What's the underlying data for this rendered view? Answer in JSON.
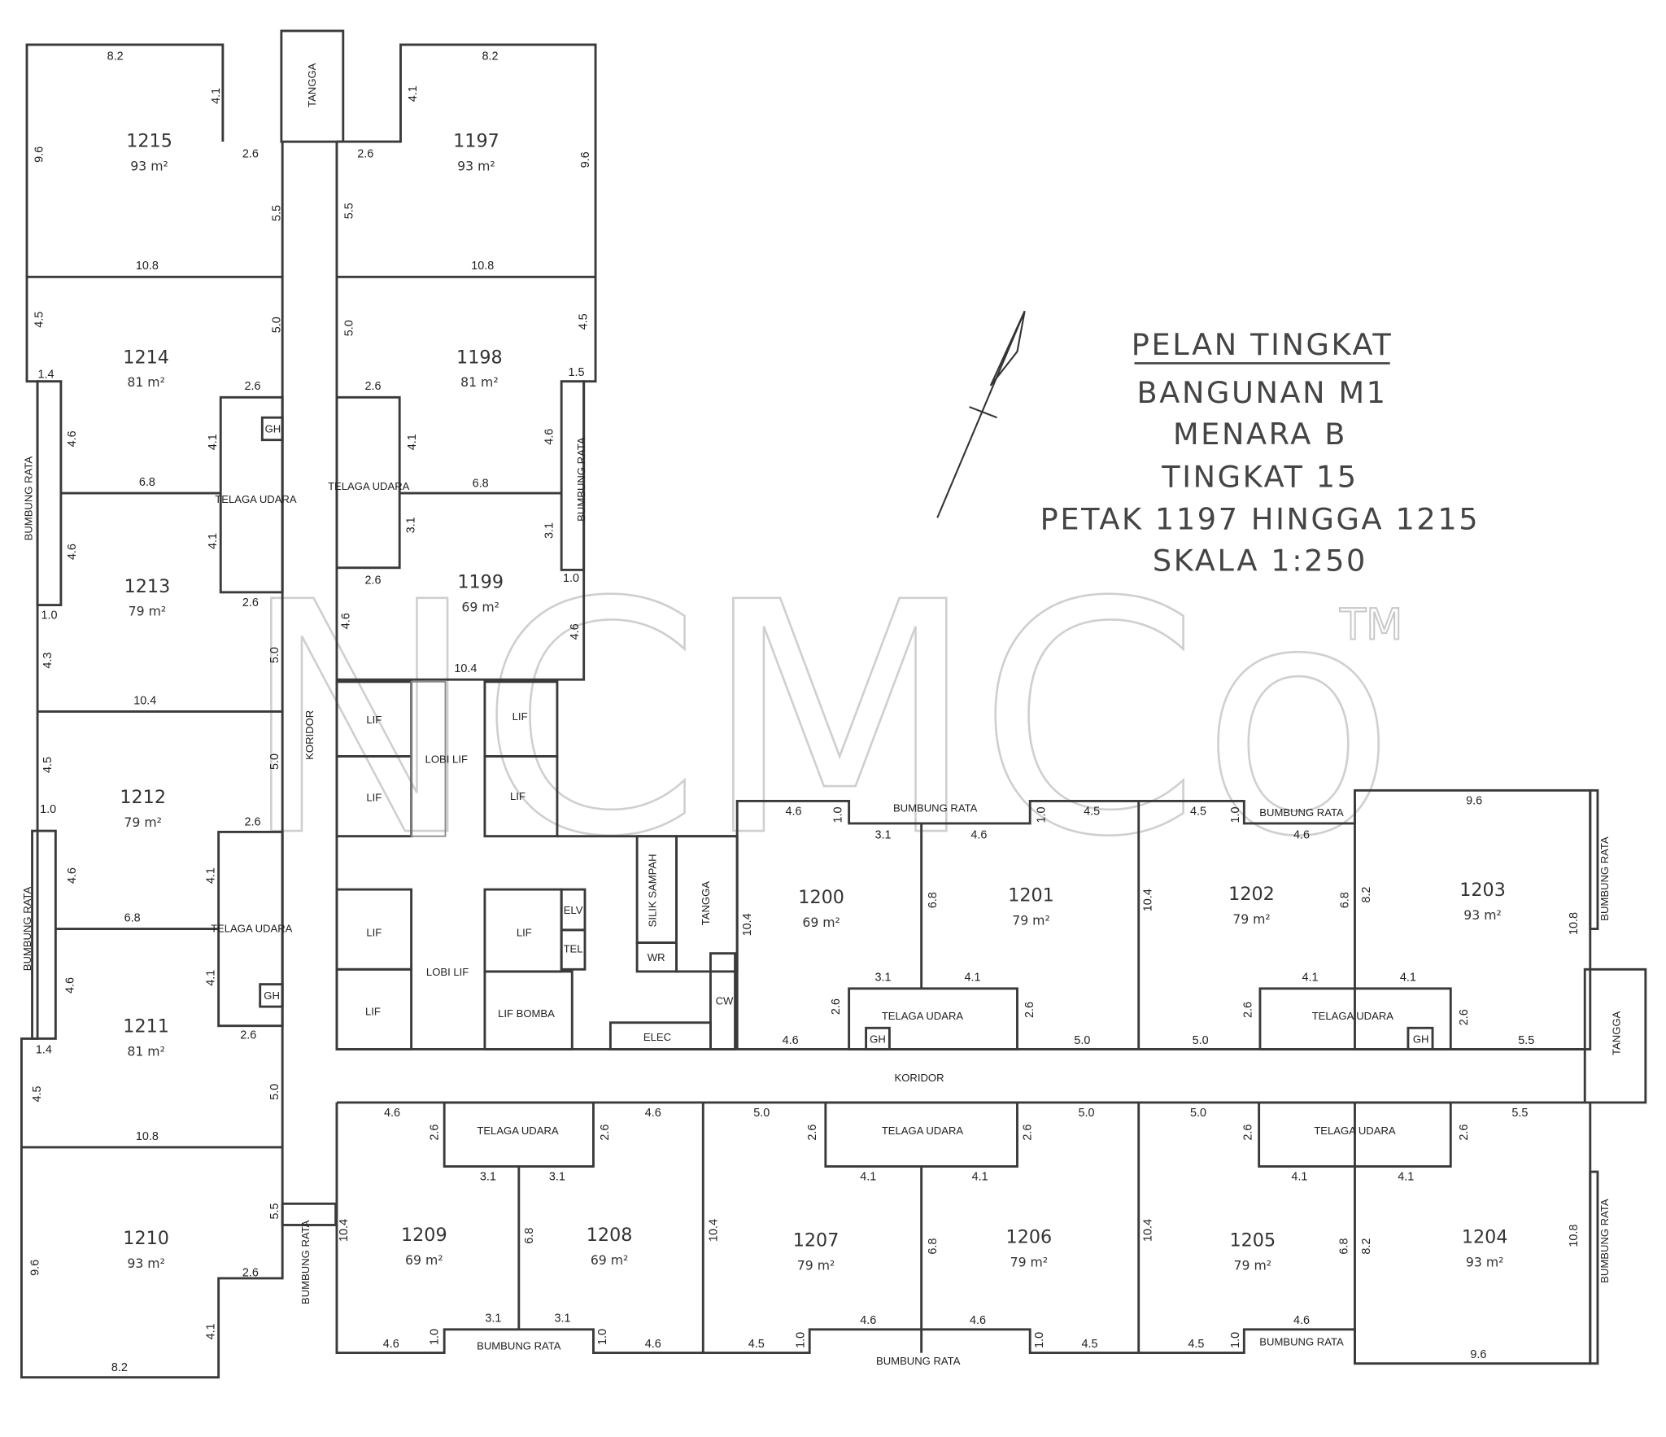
{
  "title": {
    "line1": "PELAN TINGKAT",
    "line2": "BANGUNAN M1",
    "line3": "MENARA B",
    "line4": "TINGKAT 15",
    "line5": "PETAK 1197 HINGGA 1215",
    "line6": "SKALA 1:250"
  },
  "watermark": {
    "text": "NCMCo",
    "tm": "TM"
  },
  "units": [
    {
      "number": "1215",
      "area": "93 m²"
    },
    {
      "number": "1197",
      "area": "93 m²"
    },
    {
      "number": "1214",
      "area": "81 m²"
    },
    {
      "number": "1198",
      "area": "81 m²"
    },
    {
      "number": "1213",
      "area": "79 m²"
    },
    {
      "number": "1199",
      "area": "69 m²"
    },
    {
      "number": "1212",
      "area": "79 m²"
    },
    {
      "number": "1211",
      "area": "81 m²"
    },
    {
      "number": "1210",
      "area": "93 m²"
    },
    {
      "number": "1200",
      "area": "69 m²"
    },
    {
      "number": "1201",
      "area": "79 m²"
    },
    {
      "number": "1202",
      "area": "79 m²"
    },
    {
      "number": "1203",
      "area": "93 m²"
    },
    {
      "number": "1209",
      "area": "69 m²"
    },
    {
      "number": "1208",
      "area": "69 m²"
    },
    {
      "number": "1207",
      "area": "79 m²"
    },
    {
      "number": "1206",
      "area": "79 m²"
    },
    {
      "number": "1205",
      "area": "79 m²"
    },
    {
      "number": "1204",
      "area": "93 m²"
    }
  ],
  "rooms": [
    "TANGGA",
    "TELAGA UDARA",
    "TELAGA UDARA",
    "TELAGA UDARA",
    "TELAGA UDARA",
    "TELAGA UDARA",
    "TELAGA UDARA",
    "TELAGA UDARA",
    "TELAGA UDARA",
    "GH",
    "GH",
    "GH",
    "GH",
    "LIF",
    "LIF",
    "LIF",
    "LIF",
    "LIF",
    "LIF",
    "LIF",
    "LOBI LIF",
    "LOBI LIF",
    "LIF BOMBA",
    "ELV",
    "TEL",
    "SILIK SAMPAH",
    "WR",
    "TANGGA",
    "CW",
    "ELEC",
    "KORIDOR",
    "KORIDOR",
    "TANGGA",
    "BUMBUNG RATA",
    "BUMBUNG RATA",
    "BUMBUNG RATA",
    "BUMBUNG RATA",
    "BUMBUNG RATA",
    "BUMBUNG RATA",
    "BUMBUNG RATA",
    "BUMBUNG RATA",
    "BUMBUNG RATA",
    "BUMBUNG RATA",
    "BUMBUNG RATA"
  ],
  "dimensions": [
    "8.2",
    "4.1",
    "9.6",
    "2.6",
    "5.5",
    "10.8",
    "4.5",
    "5.0",
    "1.4",
    "2.6",
    "4.6",
    "4.1",
    "6.8",
    "4.1",
    "4.6",
    "1.0",
    "2.6",
    "4.3",
    "5.0",
    "10.4",
    "4.5",
    "5.0",
    "1.0",
    "2.6",
    "4.6",
    "4.1",
    "6.8",
    "4.1",
    "4.6",
    "1.4",
    "2.6",
    "4.5",
    "5.0",
    "10.8",
    "5.5",
    "9.6",
    "2.6",
    "4.1",
    "8.2",
    "8.2",
    "4.1",
    "9.6",
    "2.6",
    "5.5",
    "10.8",
    "5.0",
    "4.5",
    "2.6",
    "1.5",
    "4.1",
    "4.6",
    "6.8",
    "3.1",
    "3.1",
    "2.6",
    "1.0",
    "4.6",
    "4.6",
    "10.4",
    "4.6",
    "1.0",
    "3.1",
    "4.6",
    "1.0",
    "4.5",
    "4.5",
    "1.0",
    "4.6",
    "9.6",
    "10.4",
    "6.8",
    "10.4",
    "6.8",
    "8.2",
    "10.8",
    "3.1",
    "4.1",
    "4.1",
    "4.1",
    "2.6",
    "2.6",
    "2.6",
    "2.6",
    "4.6",
    "5.0",
    "5.0",
    "5.5",
    "4.6",
    "2.6",
    "2.6",
    "4.6",
    "5.0",
    "2.6",
    "2.6",
    "5.0",
    "5.0",
    "2.6",
    "2.6",
    "5.5",
    "3.1",
    "3.1",
    "4.1",
    "4.1",
    "4.1",
    "4.1",
    "10.4",
    "6.8",
    "10.4",
    "6.8",
    "10.4",
    "6.8",
    "8.2",
    "10.8",
    "3.1",
    "3.1",
    "4.6",
    "4.6",
    "4.6",
    "1.0",
    "1.0",
    "1.0",
    "1.0",
    "1.0",
    "4.6",
    "4.6",
    "4.5",
    "4.5",
    "4.5",
    "9.6"
  ]
}
